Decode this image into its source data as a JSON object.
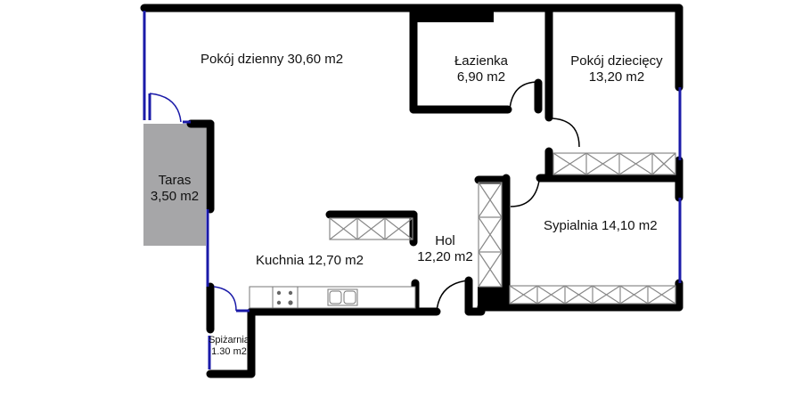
{
  "floorplan": {
    "colors": {
      "wall": "#000000",
      "window": "#1a1aa8",
      "terrace": "#a6a6a8",
      "furniture": "#888888"
    },
    "rooms": [
      {
        "id": "living",
        "line1": "Pokój dzienny 30,60 m2",
        "line2": ""
      },
      {
        "id": "bath",
        "line1": "Łazienka",
        "line2": "6,90 m2"
      },
      {
        "id": "kids",
        "line1": "Pokój dziecięcy",
        "line2": "13,20 m2"
      },
      {
        "id": "terrace",
        "line1": "Taras",
        "line2": "3,50 m2"
      },
      {
        "id": "bedroom",
        "line1": "Sypialnia 14,10 m2",
        "line2": ""
      },
      {
        "id": "kitchen",
        "line1": "Kuchnia 12,70 m2",
        "line2": ""
      },
      {
        "id": "hall",
        "line1": "Hol",
        "line2": "12,20 m2"
      },
      {
        "id": "pantry",
        "line1": "Spiżarnia",
        "line2": "1.30 m2"
      }
    ]
  }
}
